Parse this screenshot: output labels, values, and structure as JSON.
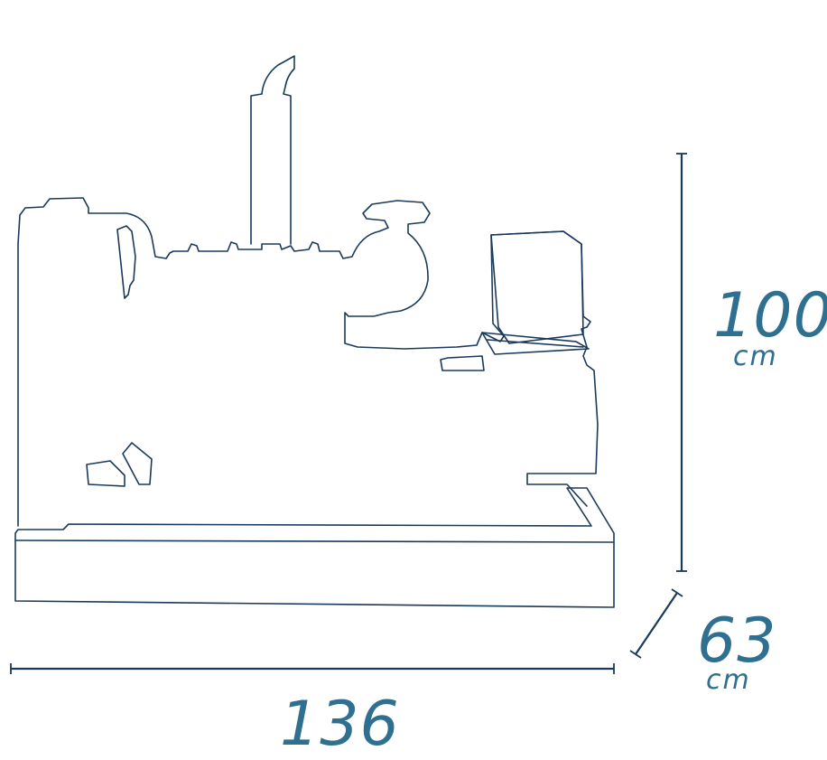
{
  "dimensions": {
    "height": {
      "value": "100",
      "unit": "cm"
    },
    "depth": {
      "value": "63",
      "unit": "cm"
    },
    "width": {
      "value": "136"
    }
  },
  "colors": {
    "outline": "#1a3a5c",
    "label": "#2f6f8f",
    "background": "#ffffff"
  }
}
